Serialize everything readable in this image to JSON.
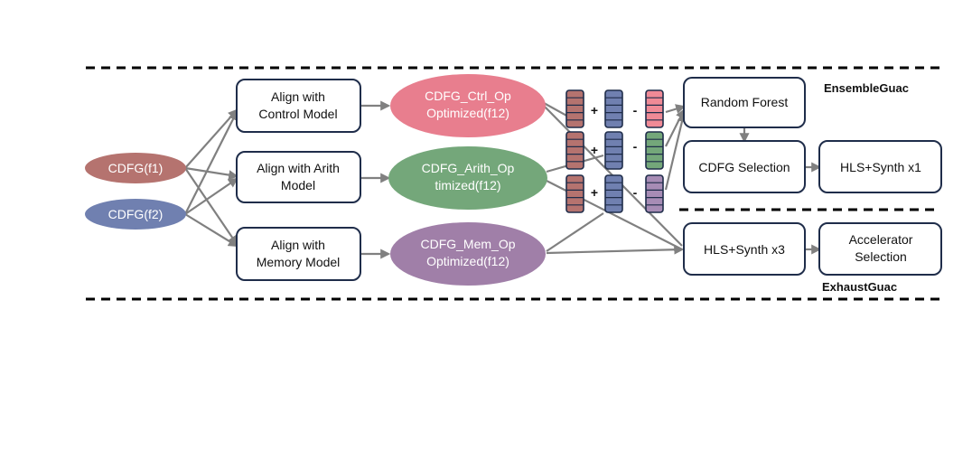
{
  "inputs": {
    "f1": {
      "label": "CDFG(f1)",
      "color": "#b5736f"
    },
    "f2": {
      "label": "CDFG(f2)",
      "color": "#7080b0"
    }
  },
  "align_boxes": {
    "control": [
      "Align with",
      "Control Model"
    ],
    "arith": [
      "Align with Arith",
      "Model"
    ],
    "memory": [
      "Align with",
      "Memory Model"
    ]
  },
  "optimized": {
    "ctrl": {
      "lines": [
        "CDFG_Ctrl_Op",
        "Optimized(f12)"
      ],
      "color": "#e87e8e"
    },
    "arith": {
      "lines": [
        "CDFG_Arith_Op",
        "timized(f12)"
      ],
      "color": "#74a77a"
    },
    "mem": {
      "lines": [
        "CDFG_Mem_Op",
        "Optimized(f12)"
      ],
      "color": "#a07fa8"
    }
  },
  "vector_ops": {
    "plus": "+",
    "minus": "-",
    "colors": {
      "f1": "#b5736f",
      "f2": "#7080b0",
      "ctrl": "#f08a96",
      "arith": "#74a77a",
      "mem": "#a78cb5"
    }
  },
  "ensemble": {
    "tag": "EnsembleGuac",
    "random_forest": "Random Forest",
    "cdfg_selection": "CDFG Selection",
    "hls_synth_x1": "HLS+Synth x1"
  },
  "exhaust": {
    "tag": "ExhaustGuac",
    "hls_synth_x3": "HLS+Synth x3",
    "accelerator_selection": [
      "Accelerator",
      "Selection"
    ]
  }
}
